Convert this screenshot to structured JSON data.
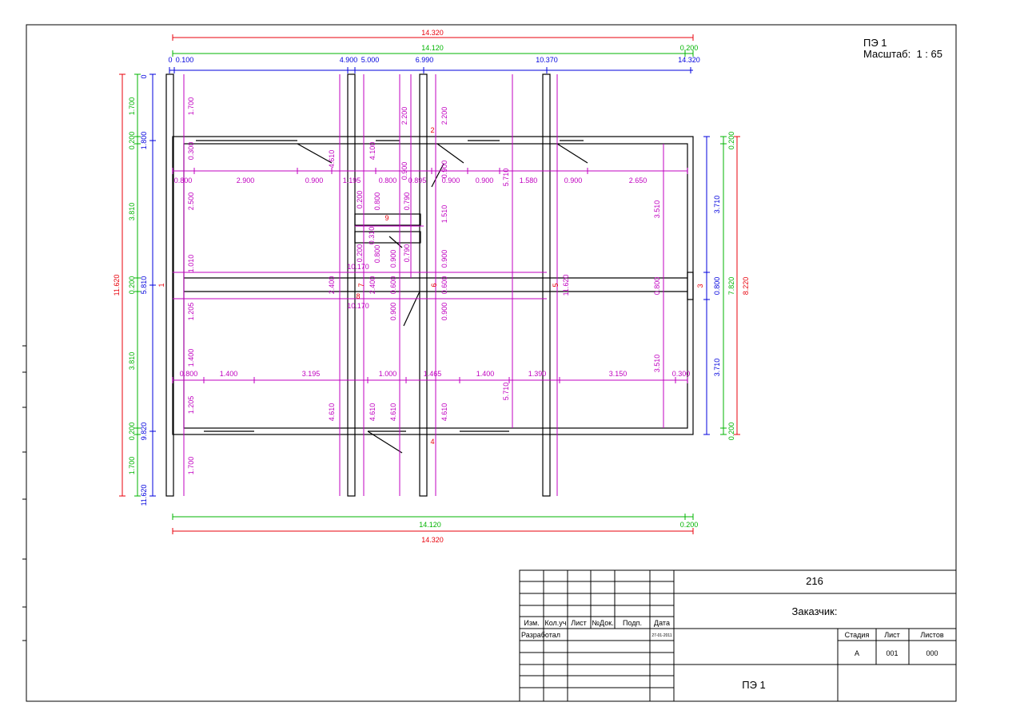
{
  "sheet": {
    "header": {
      "code": "ПЭ 1",
      "scale_label": "Масштаб:",
      "scale_value": "1 : 65"
    }
  },
  "colors": {
    "red": "#e8000b",
    "green": "#00b400",
    "blue": "#0000dd",
    "magenta": "#c000c0",
    "wall": "#000000"
  },
  "dimensions": {
    "top": {
      "total_red": "14.320",
      "total_green": "14.120",
      "end_green": "0.200",
      "ticks": [
        "0",
        "0.100",
        "4.900",
        "5.000",
        "6.990",
        "10.370",
        "14.320"
      ]
    },
    "bottom": {
      "total_green": "14.120",
      "end_green": "0.200",
      "total_red": "14.320"
    },
    "left": {
      "total_red": "11.620",
      "green": [
        "1.700",
        "0.200",
        "3.810",
        "0.200",
        "3.810",
        "0.200",
        "1.700"
      ],
      "blue": [
        "0",
        "1.800",
        "5.810",
        "9.820",
        "11.620"
      ]
    },
    "right": {
      "blue": [
        "3.710",
        "0.800",
        "3.710"
      ],
      "green": [
        "0.200",
        "7.820",
        "0.200"
      ],
      "red": "8.220"
    },
    "row1": [
      "0.800",
      "2.900",
      "0.900",
      "1.195",
      "0.800",
      "0.895",
      "0.900",
      "0.900",
      "1.580",
      "0.900",
      "2.650"
    ],
    "row2": [
      "0.800",
      "1.400",
      "3.195",
      "1.000",
      "1.465",
      "1.400",
      "1.390",
      "3.150",
      "0.300"
    ],
    "vert_left": [
      "1.700",
      "0.300",
      "2.500",
      "1.010",
      "1.205",
      "1.400",
      "1.205",
      "1.700"
    ],
    "vert_mid": [
      "4.610",
      "4.100",
      "0.200",
      "0.800",
      "0.310",
      "0.200",
      "0.800",
      "2.400",
      "2.400",
      "4.610",
      "4.610"
    ],
    "vert_mid2": [
      "2.200",
      "0.900",
      "0.790",
      "0.900",
      "0.790",
      "0.600",
      "0.900",
      "4.610"
    ],
    "vert_right": [
      "2.200",
      "0.900",
      "1.510",
      "0.900",
      "0.600",
      "0.900",
      "4.610"
    ],
    "vert_far": [
      "5.710",
      "5.710",
      "11.620",
      "3.510",
      "0.800",
      "3.510"
    ],
    "span": [
      "10.170",
      "10.170"
    ],
    "markers": [
      "1",
      "2",
      "3",
      "4",
      "5",
      "6",
      "7",
      "8",
      "9"
    ]
  },
  "title_block": {
    "project": "216",
    "customer_label": "Заказчик:",
    "cols": [
      "Изм.",
      "Кол.уч",
      "Лист",
      "№Док.",
      "Подп.",
      "Дата"
    ],
    "developed": "Разработал",
    "date": "27-01-2011",
    "stage_hdr": "Стадия",
    "sheet_hdr": "Лист",
    "sheets_hdr": "Листов",
    "stage": "А",
    "sheet": "001",
    "sheets": "000",
    "drawing_name": "ПЭ 1"
  }
}
